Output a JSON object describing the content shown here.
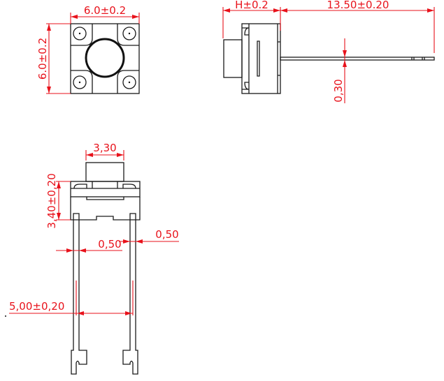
{
  "title": "Tactile switch 6x6 mm dimension drawing",
  "colors": {
    "outline": "#1a1a1a",
    "dimension": "#e8121b"
  },
  "top_view": {
    "width_label": "6.0±0.2",
    "height_label": "6.0±0.2"
  },
  "side_view": {
    "height_label": "H±0.2",
    "lead_length_label": "13.50±0.20",
    "lead_thickness_label": "0,30"
  },
  "front_view": {
    "plunger_width_label": "3,30",
    "body_height_label": "3,40±0,20",
    "lead_width_left_label": "0,50",
    "lead_width_right_label": "0,50",
    "lead_pitch_label": "5,00±0,20"
  }
}
